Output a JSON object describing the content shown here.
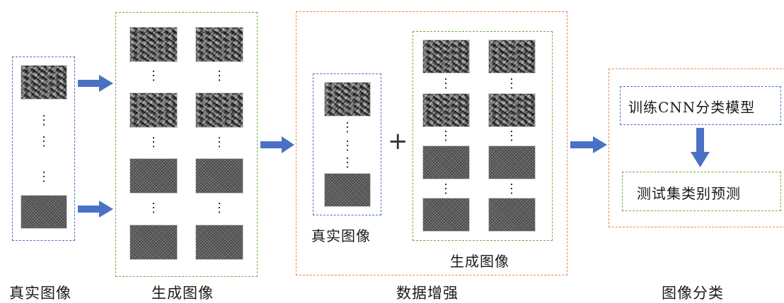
{
  "labels": {
    "real_images": "真实图像",
    "generated_images": "生成图像",
    "data_augmentation": "数据增强",
    "image_classification": "图像分类",
    "inner_real": "真实图像",
    "inner_generated": "生成图像",
    "train_cnn": "训练CNN分类模型",
    "test_predict": "测试集类别预测"
  },
  "symbols": {
    "plus": "+",
    "ellipsis": "⋮"
  },
  "colors": {
    "blue": "#4a72c4",
    "green": "#6ab04c",
    "orange": "#e8884a",
    "arrow": "#4a72c4"
  }
}
